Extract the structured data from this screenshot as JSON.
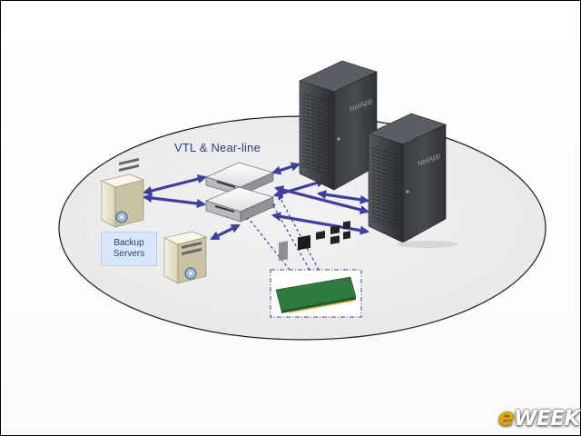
{
  "diagram": {
    "title_label": "VTL & Near-line",
    "backup_label_line1": "Backup",
    "backup_label_line2": "Servers",
    "watermark": {
      "prefix": "e",
      "suffix": "WEEK"
    },
    "storage_brand": "NetApp",
    "colors": {
      "arrow": "#3d3f9e",
      "ellipse_fill": "#eeeeee",
      "rack": "#3a3c41",
      "label_bg": "#d9e7fb",
      "card_border": "#3a4a9a",
      "logo_accent": "#e7a400"
    },
    "nodes": [
      {
        "id": "backup-server-1",
        "type": "server-tower"
      },
      {
        "id": "backup-server-2",
        "type": "server-tower"
      },
      {
        "id": "vtl-appliance-top",
        "type": "rack-appliance"
      },
      {
        "id": "vtl-appliance-bottom",
        "type": "rack-appliance"
      },
      {
        "id": "storage-rack-1",
        "type": "storage-rack"
      },
      {
        "id": "storage-rack-2",
        "type": "storage-rack"
      },
      {
        "id": "expansion-card",
        "type": "pcie-card"
      }
    ]
  }
}
